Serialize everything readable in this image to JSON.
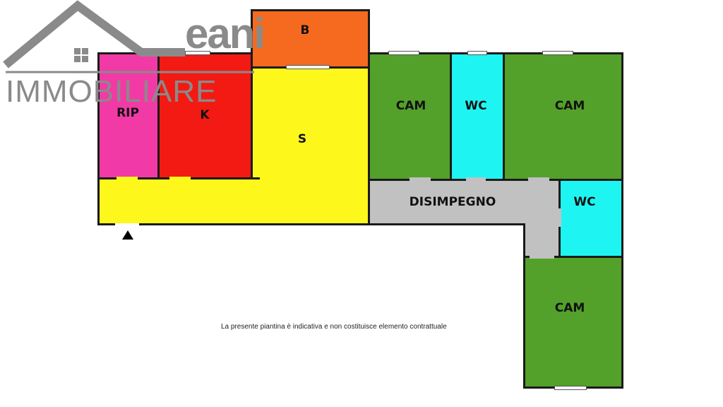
{
  "logo": {
    "brand": "eani",
    "subtitle": "IMMOBILIARE"
  },
  "rooms": {
    "rip": "RIP",
    "k": "K",
    "b": "B",
    "s": "S",
    "cam1": "CAM",
    "wc1": "WC",
    "cam2": "CAM",
    "disimpegno": "DISIMPEGNO",
    "wc2": "WC",
    "cam3": "CAM"
  },
  "note": "La presente piantina è indicativa e non costituisce elemento contrattuale",
  "icons": {
    "entrance": "entrance-arrow-icon",
    "logo": "house-roof-logo-icon"
  },
  "colors": {
    "rip": "#f23aa6",
    "k": "#f21a13",
    "b": "#f56a1e",
    "s": "#fdf71c",
    "cam": "#53a12a",
    "wc": "#1ef5f2",
    "disimpegno": "#c1c1c1",
    "logo": "#8a8a8a"
  }
}
